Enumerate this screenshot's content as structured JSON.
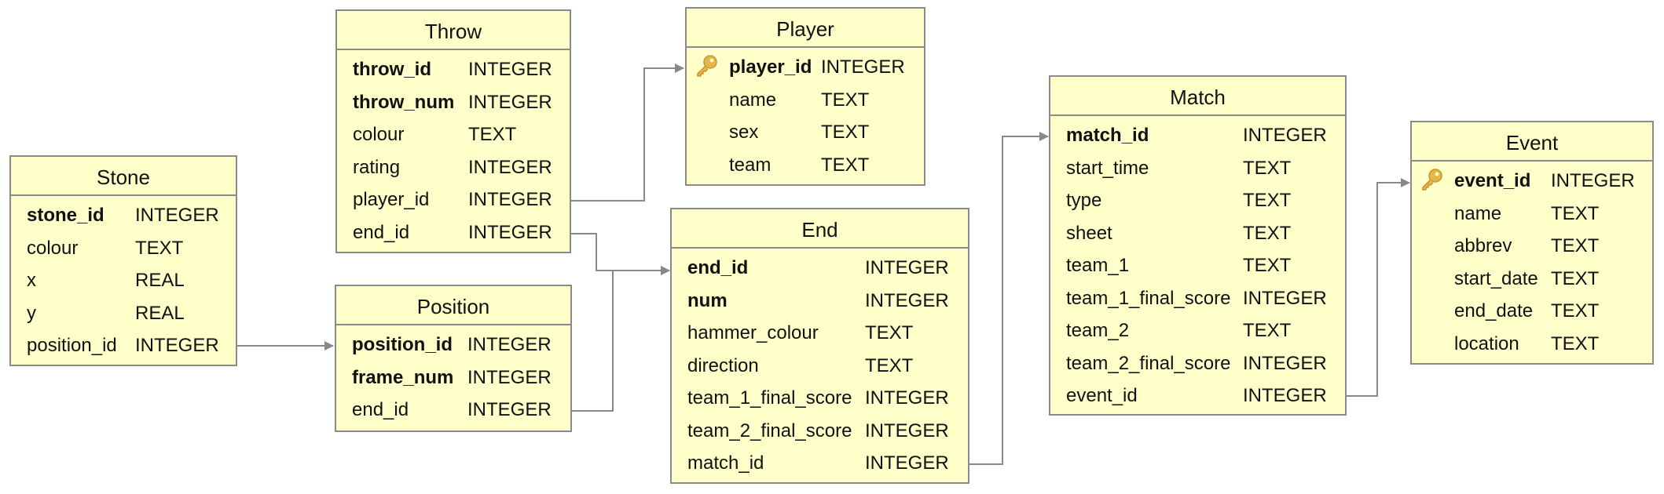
{
  "palette": {
    "table_fill": "#ffffc9",
    "table_border": "#8a8a8a",
    "edge": "#888888",
    "key_icon": "#e8b54b"
  },
  "tables": {
    "stone": {
      "title": "Stone",
      "columns": [
        {
          "name": "stone_id",
          "type": "INTEGER",
          "key": true
        },
        {
          "name": "colour",
          "type": "TEXT"
        },
        {
          "name": "x",
          "type": "REAL"
        },
        {
          "name": "y",
          "type": "REAL"
        },
        {
          "name": "position_id",
          "type": "INTEGER"
        }
      ]
    },
    "throw": {
      "title": "Throw",
      "columns": [
        {
          "name": "throw_id",
          "type": "INTEGER",
          "key": true
        },
        {
          "name": "throw_num",
          "type": "INTEGER",
          "key": true
        },
        {
          "name": "colour",
          "type": "TEXT"
        },
        {
          "name": "rating",
          "type": "INTEGER"
        },
        {
          "name": "player_id",
          "type": "INTEGER"
        },
        {
          "name": "end_id",
          "type": "INTEGER"
        }
      ]
    },
    "position": {
      "title": "Position",
      "columns": [
        {
          "name": "position_id",
          "type": "INTEGER",
          "key": true
        },
        {
          "name": "frame_num",
          "type": "INTEGER",
          "key": true
        },
        {
          "name": "end_id",
          "type": "INTEGER"
        }
      ]
    },
    "player": {
      "title": "Player",
      "columns": [
        {
          "name": "player_id",
          "type": "INTEGER",
          "key": true,
          "key_icon": "key-icon"
        },
        {
          "name": "name",
          "type": "TEXT"
        },
        {
          "name": "sex",
          "type": "TEXT"
        },
        {
          "name": "team",
          "type": "TEXT"
        }
      ]
    },
    "end": {
      "title": "End",
      "columns": [
        {
          "name": "end_id",
          "type": "INTEGER",
          "key": true
        },
        {
          "name": "num",
          "type": "INTEGER",
          "key": true
        },
        {
          "name": "hammer_colour",
          "type": "TEXT"
        },
        {
          "name": "direction",
          "type": "TEXT"
        },
        {
          "name": "team_1_final_score",
          "type": "INTEGER"
        },
        {
          "name": "team_2_final_score",
          "type": "INTEGER"
        },
        {
          "name": "match_id",
          "type": "INTEGER"
        }
      ]
    },
    "match": {
      "title": "Match",
      "columns": [
        {
          "name": "match_id",
          "type": "INTEGER",
          "key": true
        },
        {
          "name": "start_time",
          "type": "TEXT"
        },
        {
          "name": "type",
          "type": "TEXT"
        },
        {
          "name": "sheet",
          "type": "TEXT"
        },
        {
          "name": "team_1",
          "type": "TEXT"
        },
        {
          "name": "team_1_final_score",
          "type": "INTEGER"
        },
        {
          "name": "team_2",
          "type": "TEXT"
        },
        {
          "name": "team_2_final_score",
          "type": "INTEGER"
        },
        {
          "name": "event_id",
          "type": "INTEGER"
        }
      ]
    },
    "event": {
      "title": "Event",
      "columns": [
        {
          "name": "event_id",
          "type": "INTEGER",
          "key": true,
          "key_icon": "key-icon"
        },
        {
          "name": "name",
          "type": "TEXT"
        },
        {
          "name": "abbrev",
          "type": "TEXT"
        },
        {
          "name": "start_date",
          "type": "TEXT"
        },
        {
          "name": "end_date",
          "type": "TEXT"
        },
        {
          "name": "location",
          "type": "TEXT"
        }
      ]
    }
  },
  "relationships": [
    {
      "from": "Stone.position_id",
      "to": "Position.position_id"
    },
    {
      "from": "Throw.player_id",
      "to": "Player.player_id"
    },
    {
      "from": "Throw.end_id",
      "to": "End.end_id"
    },
    {
      "from": "Position.end_id",
      "to": "End.end_id"
    },
    {
      "from": "End.match_id",
      "to": "Match.match_id"
    },
    {
      "from": "Match.event_id",
      "to": "Event.event_id"
    }
  ]
}
